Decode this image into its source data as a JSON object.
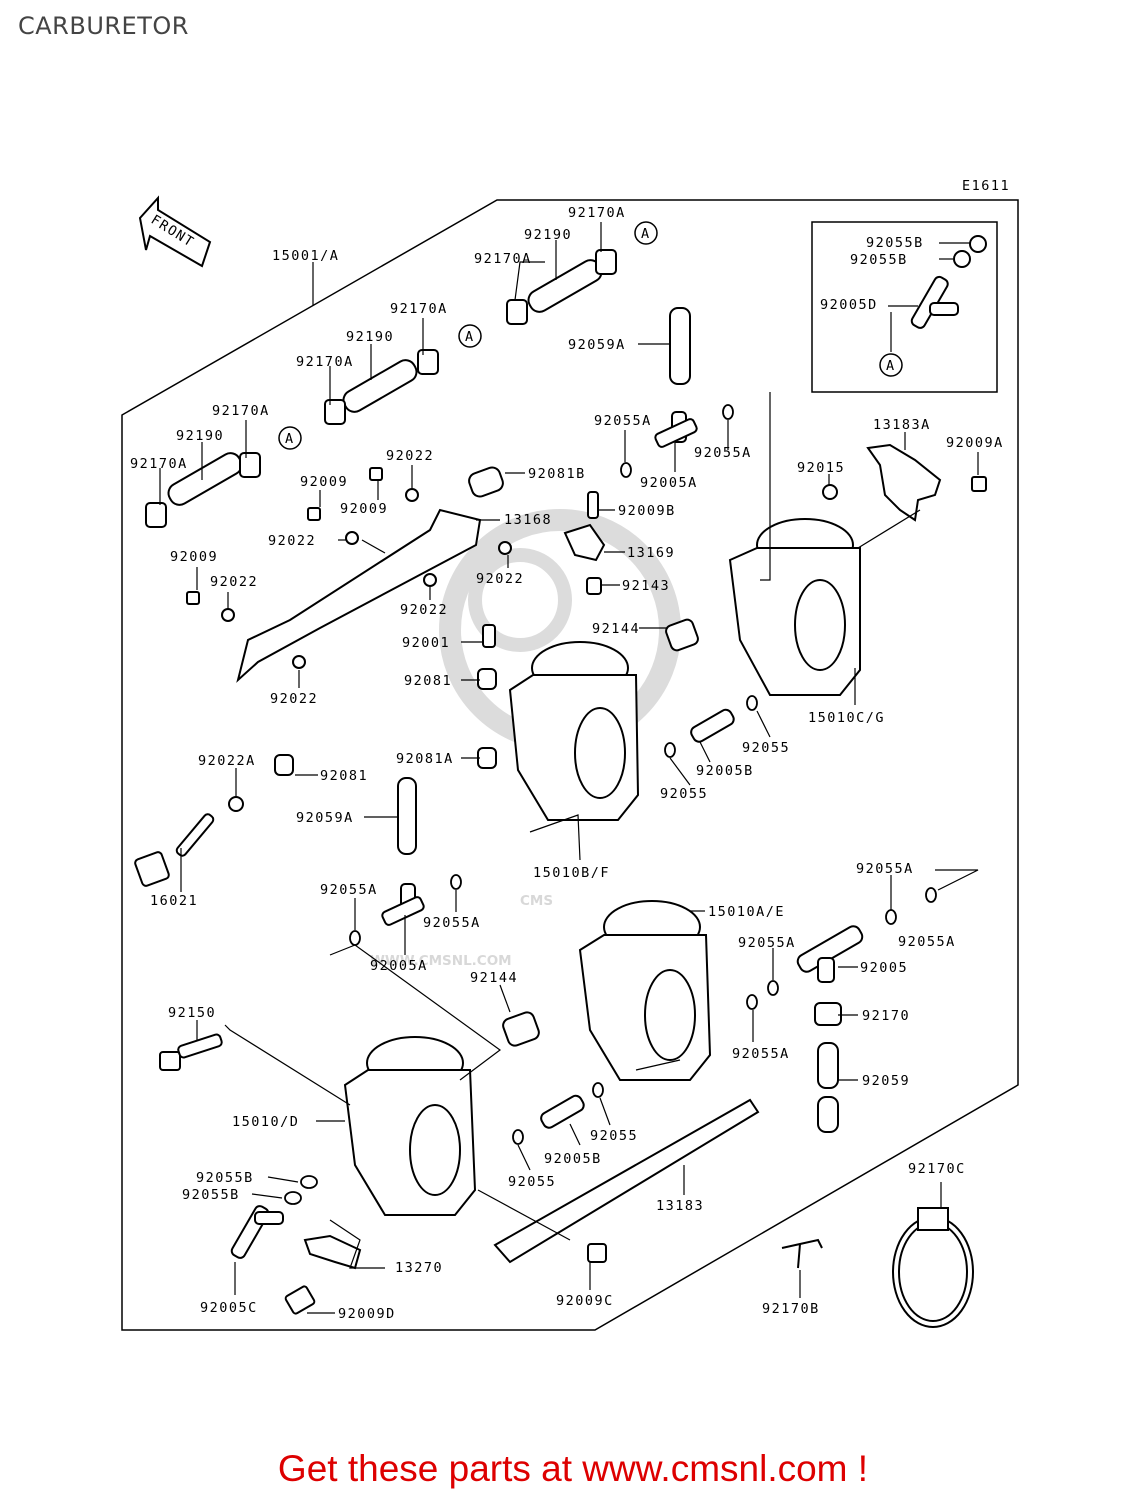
{
  "page": {
    "title": "CARBURETOR"
  },
  "diagram": {
    "code": "E1611",
    "front_label": "FRONT",
    "ref_marker": "A",
    "watermark": {
      "logo_text": "CMS",
      "url_text": "WWW.CMSNL.COM"
    },
    "callouts": [
      "15001/A",
      "92170A",
      "92190",
      "92170A",
      "92170A",
      "92190",
      "92170A",
      "92170A",
      "92190",
      "92170A",
      "92055B",
      "92055B",
      "92005D",
      "92059A",
      "92055A",
      "92055A",
      "92005A",
      "13183A",
      "92009A",
      "92015",
      "92022",
      "92009",
      "92009",
      "92081B",
      "13168",
      "92022",
      "92009B",
      "13169",
      "92022",
      "92009",
      "92022",
      "92022",
      "92022",
      "92143",
      "92144",
      "92001",
      "92081",
      "15010C/G",
      "92055",
      "92005B",
      "92081A",
      "92055",
      "92022A",
      "92081",
      "92059A",
      "16021",
      "15010B/F",
      "92055A",
      "92055A",
      "92005A",
      "92055A",
      "92055A",
      "15010A/E",
      "92055A",
      "92005",
      "92144",
      "92170",
      "92150",
      "92055A",
      "92059",
      "15010/D",
      "92055",
      "92005B",
      "92055",
      "92055B",
      "92055B",
      "13183",
      "92170C",
      "13270",
      "92005C",
      "92009D",
      "92009C",
      "92170B"
    ]
  },
  "footer": {
    "link_text": "Get these parts at www.cmsnl.com !"
  },
  "colors": {
    "title": "#444444",
    "link": "#dd0000",
    "ink": "#000000",
    "watermark": "#d8d8d8"
  }
}
